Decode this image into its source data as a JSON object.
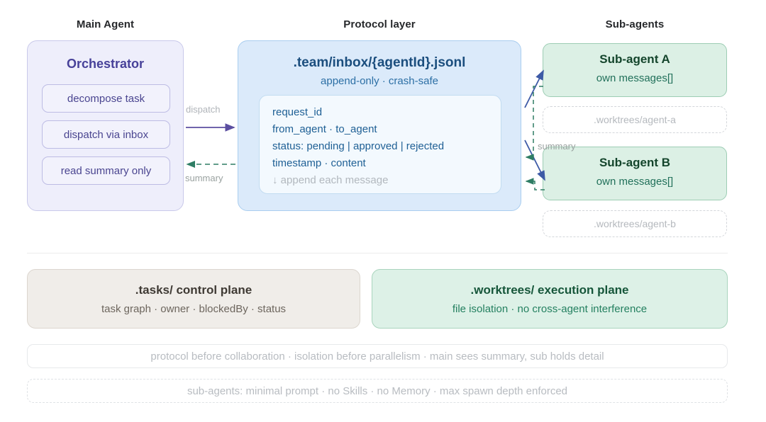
{
  "columns": {
    "main_agent": "Main Agent",
    "protocol_layer": "Protocol layer",
    "sub_agents": "Sub-agents"
  },
  "orchestrator": {
    "title": "Orchestrator",
    "steps": [
      "decompose task",
      "dispatch via inbox",
      "read summary only"
    ]
  },
  "protocol": {
    "title": ".team/inbox/{agentId}.jsonl",
    "subtitle": "append-only · crash-safe",
    "fields": [
      "request_id",
      "from_agent · to_agent",
      "status: pending | approved | rejected",
      "timestamp · content"
    ],
    "footnote": "↓ append each message"
  },
  "sub_agents": [
    {
      "title": "Sub-agent A",
      "subtitle": "own messages[]",
      "worktree": ".worktrees/agent-a"
    },
    {
      "title": "Sub-agent B",
      "subtitle": "own messages[]",
      "worktree": ".worktrees/agent-b"
    }
  ],
  "connectors": {
    "dispatch": "dispatch",
    "summary_left": "summary",
    "summary_right": "summary"
  },
  "planes": [
    {
      "title": ".tasks/ control plane",
      "subtitle": "task graph · owner · blockedBy · status"
    },
    {
      "title": ".worktrees/ execution plane",
      "subtitle": "file isolation · no cross-agent interference"
    }
  ],
  "notes": [
    "protocol before collaboration · isolation before parallelism · main sees summary, sub holds detail",
    "sub-agents: minimal prompt · no Skills · no Memory · max spawn depth enforced"
  ],
  "colors": {
    "main_agent_fill": "#eeeefb",
    "main_agent_text": "#474199",
    "protocol_fill": "#dbeafa",
    "protocol_text": "#1b4e7e",
    "sub_agent_fill": "#dcf0e5",
    "sub_agent_text": "#14452c",
    "control_plane_fill": "#f0ede9",
    "exec_plane_fill": "#ddf1e7",
    "dispatch_arrow": "#5b4ea0",
    "summary_arrow": "#2e7d64",
    "muted_text": "#b5b9be"
  }
}
